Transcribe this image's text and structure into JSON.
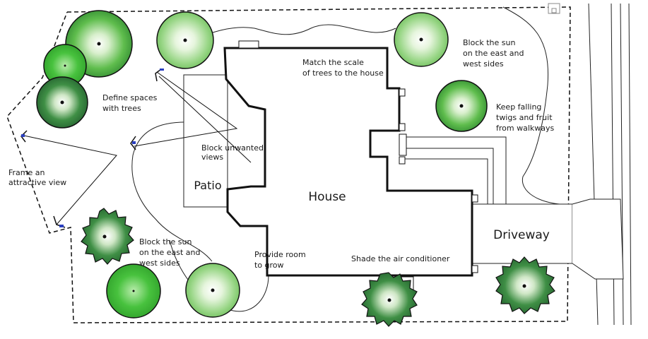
{
  "structures": {
    "house": "House",
    "patio": "Patio",
    "driveway": "Driveway"
  },
  "notes": {
    "define_spaces": [
      "Define spaces",
      "with trees"
    ],
    "block_views": [
      "Block unwanted",
      "views"
    ],
    "frame_view": [
      "Frame an",
      "attractive view"
    ],
    "scale": [
      "Match the scale",
      "of trees to the house"
    ],
    "sun_ne": [
      "Block the sun",
      "on the east and",
      "west sides"
    ],
    "twigs": [
      "Keep falling",
      "twigs and fruit",
      "from walkways"
    ],
    "sun_sw": [
      "Block the sun",
      "on the east and",
      "west sides"
    ],
    "room": [
      "Provide room",
      "to grow"
    ],
    "ac": "Shade the air conditioner"
  },
  "colors": {
    "tree_green": "#4db545",
    "dark_tree_green": "#2e7a3a",
    "light_tree_green": "#8fd47a",
    "outline": "#111111",
    "arrow_tip": "#2a3fbf"
  },
  "icons": {
    "tree": "tree-icon",
    "view_marker": "view-arrow-icon"
  }
}
